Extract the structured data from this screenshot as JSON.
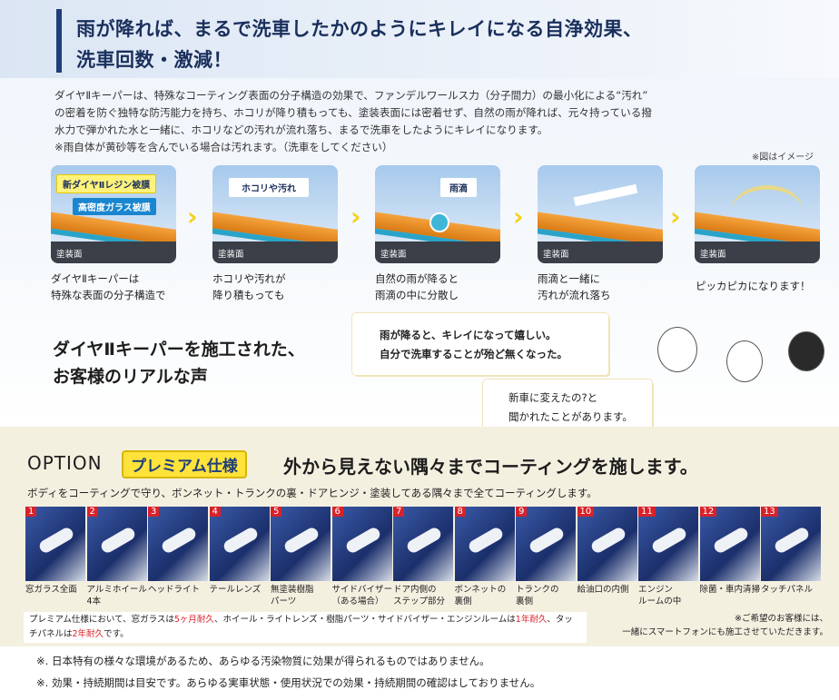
{
  "hero": {
    "line1": "雨が降れば、まるで洗車したかのようにキレイになる自浄効果、",
    "line2": "洗車回数・激減！"
  },
  "intro": [
    "ダイヤⅡキーパーは、特殊なコーティング表面の分子構造の効果で、ファンデルワールス力（分子間力）の最小化による“汚れ”",
    "の密着を防ぐ独特な防汚能力を持ち、ホコリが降り積もっても、塗装表面には密着せず、自然の雨が降れば、元々持っている撥",
    "水力で弾かれた水と一緒に、ホコリなどの汚れが流れ落ち、まるで洗車をしたようにキレイになります。",
    "※雨自体が黄砂等を含んでいる場合は汚れます。（洗車をしてください）"
  ],
  "image_note": "※図はイメージ",
  "diagram": {
    "paint_label": "塗装面",
    "tag_resin": "新ダイヤⅡレジン被膜",
    "tag_glass": "高密度ガラス被膜",
    "tag_dust": "ホコリや汚れ",
    "tag_rain": "雨滴",
    "steps": [
      {
        "line1": "ダイヤⅡキーパーは",
        "line2": "特殊な表面の分子構造で"
      },
      {
        "line1": "ホコリや汚れが",
        "line2": "降り積もっても"
      },
      {
        "line1": "自然の雨が降ると",
        "line2": "雨滴の中に分散し"
      },
      {
        "line1": "雨滴と一緒に",
        "line2": "汚れが流れ落ち"
      },
      {
        "line1": "ピッカピカになります！",
        "line2": ""
      }
    ]
  },
  "voices": {
    "title1": "ダイヤⅡキーパーを施工された、",
    "title2": "お客様のリアルな声",
    "bubble1_l1": "雨が降ると、キレイになって嬉しい。",
    "bubble1_l2": "自分で洗車することが殆ど無くなった。",
    "bubble2_l1": "新車に変えたの?と",
    "bubble2_l2": "聞かれたことがあります。"
  },
  "option": {
    "label": "OPTION",
    "badge": "プレミアム仕様",
    "title": "外から見えない隅々までコーティングを施します。",
    "subtitle": "ボディをコーティングで守り、ボンネット・トランクの裏・ドアヒンジ・塗装してある隅々まで全てコーティングします。",
    "items": [
      {
        "n": "1",
        "l1": "窓ガラス全面",
        "l2": ""
      },
      {
        "n": "2",
        "l1": "アルミホイール",
        "l2": "4本"
      },
      {
        "n": "3",
        "l1": "ヘッドライト",
        "l2": ""
      },
      {
        "n": "4",
        "l1": "テールレンズ",
        "l2": ""
      },
      {
        "n": "5",
        "l1": "無塗装樹脂",
        "l2": "パーツ"
      },
      {
        "n": "6",
        "l1": "サイドバイザー",
        "l2": "（ある場合）"
      },
      {
        "n": "7",
        "l1": "ドア内側の",
        "l2": "ステップ部分"
      },
      {
        "n": "8",
        "l1": "ボンネットの",
        "l2": "裏側"
      },
      {
        "n": "9",
        "l1": "トランクの",
        "l2": "裏側"
      },
      {
        "n": "10",
        "l1": "給油口の内側",
        "l2": ""
      },
      {
        "n": "11",
        "l1": "エンジン",
        "l2": "ルームの中"
      },
      {
        "n": "12",
        "l1": "除菌・車内清掃",
        "l2": ""
      },
      {
        "n": "13",
        "l1": "タッチパネル",
        "l2": ""
      }
    ],
    "durability": {
      "a": "プレミアム仕様において、窓ガラスは",
      "b": "5ヶ月耐久",
      "c": "、ホイール・ライトレンズ・樹脂パーツ・サイドバイザー・エンジンルームは",
      "d": "1年耐久",
      "e": "、タッチパネルは",
      "f": "2年耐久",
      "g": "です。"
    },
    "side_note1": "※ご希望のお客様には、",
    "side_note2": "一緒にスマートフォンにも施工させていただきます。"
  },
  "footer": [
    "※.  日本特有の様々な環境があるため、あらゆる汚染物質に効果が得られるものではありません。",
    "※.  効果・持続期間は目安です。あらゆる実車状態・使用状況での効果・持続期間の確認はしておりません。"
  ]
}
